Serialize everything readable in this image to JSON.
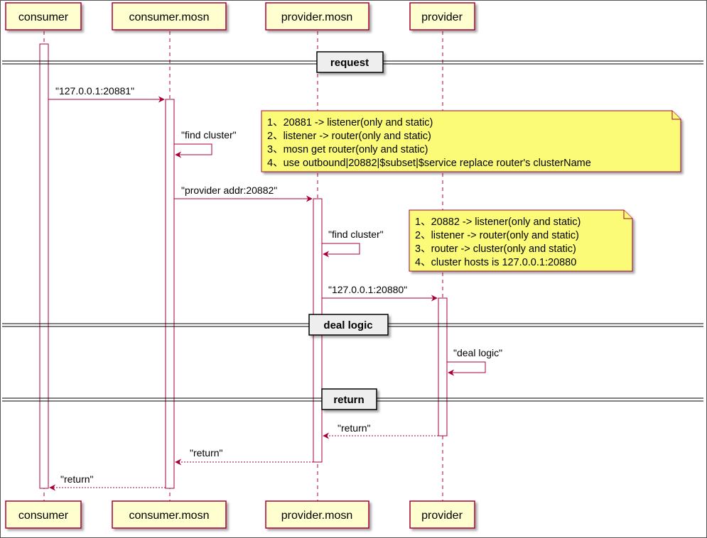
{
  "participants": [
    {
      "id": "consumer",
      "label": "consumer"
    },
    {
      "id": "consumer-mosn",
      "label": "consumer.mosn"
    },
    {
      "id": "provider-mosn",
      "label": "provider.mosn"
    },
    {
      "id": "provider",
      "label": "provider"
    }
  ],
  "dividers": {
    "request": "request",
    "deal_logic": "deal logic",
    "return": "return"
  },
  "messages": {
    "m1": "\"127.0.0.1:20881\"",
    "m2": "\"find cluster\"",
    "m3": "\"provider addr:20882\"",
    "m4": "\"find cluster\"",
    "m5": "\"127.0.0.1:20880\"",
    "m6": "\"deal logic\"",
    "m7": "\"return\"",
    "m8": "\"return\"",
    "m9": "\"return\""
  },
  "notes": {
    "note1": [
      "1、20881 -> listener(only and static)",
      "2、listener -> router(only and static)",
      "3、mosn get router(only and static)",
      "4、use outbound|20882|$subset|$service replace router's clusterName"
    ],
    "note2": [
      "1、20882 -> listener(only and static)",
      "2、listener -> router(only and static)",
      "3、router -> cluster(only and static)",
      "4、cluster hosts is 127.0.0.1:20880"
    ]
  },
  "colors": {
    "line": "#a80036",
    "participant_fill": "#fefece",
    "note_fill": "#fbfb77",
    "activation_fill": "#ffffff",
    "divider_box": "#eeeeee"
  }
}
